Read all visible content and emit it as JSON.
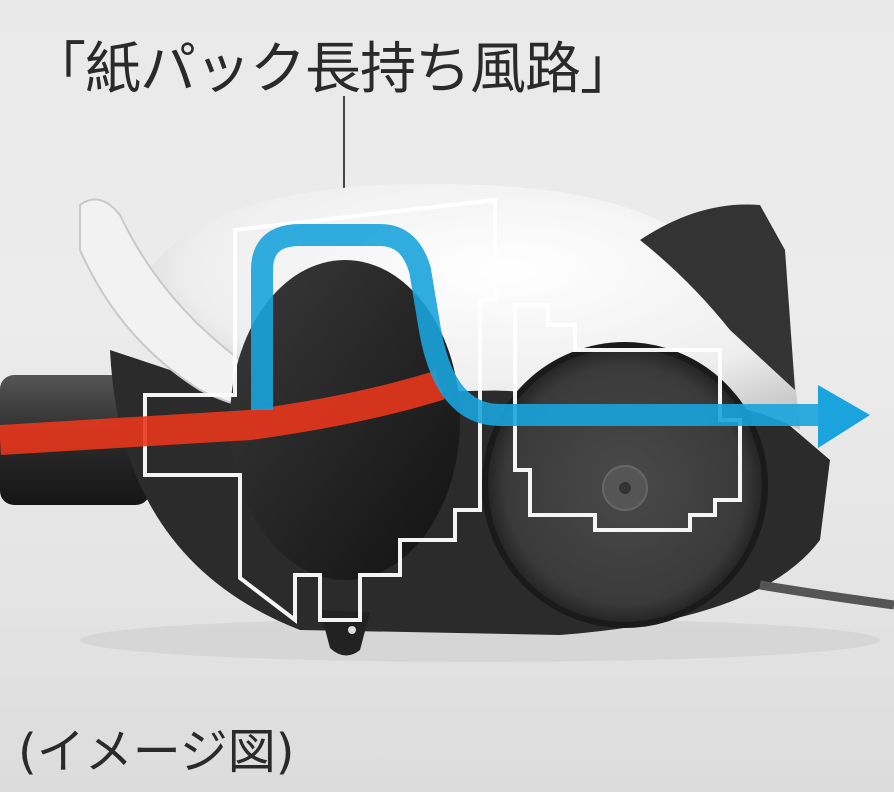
{
  "title": "「紙パック長持ち風路」",
  "caption": "(イメージ図)",
  "colors": {
    "background": "#e9e9e9",
    "intake_flow": "#e8361c",
    "exhaust_flow": "#1aa3dc",
    "outline": "#ffffff",
    "body_dark": "#2b2b2b",
    "body_white": "#f4f4f4",
    "text": "#2a2a2a"
  },
  "illustration": {
    "subject": "canister vacuum cleaner cutaway",
    "flows": [
      {
        "name": "intake",
        "color": "red"
      },
      {
        "name": "exhaust",
        "color": "blue",
        "direction": "right-arrow"
      }
    ]
  }
}
